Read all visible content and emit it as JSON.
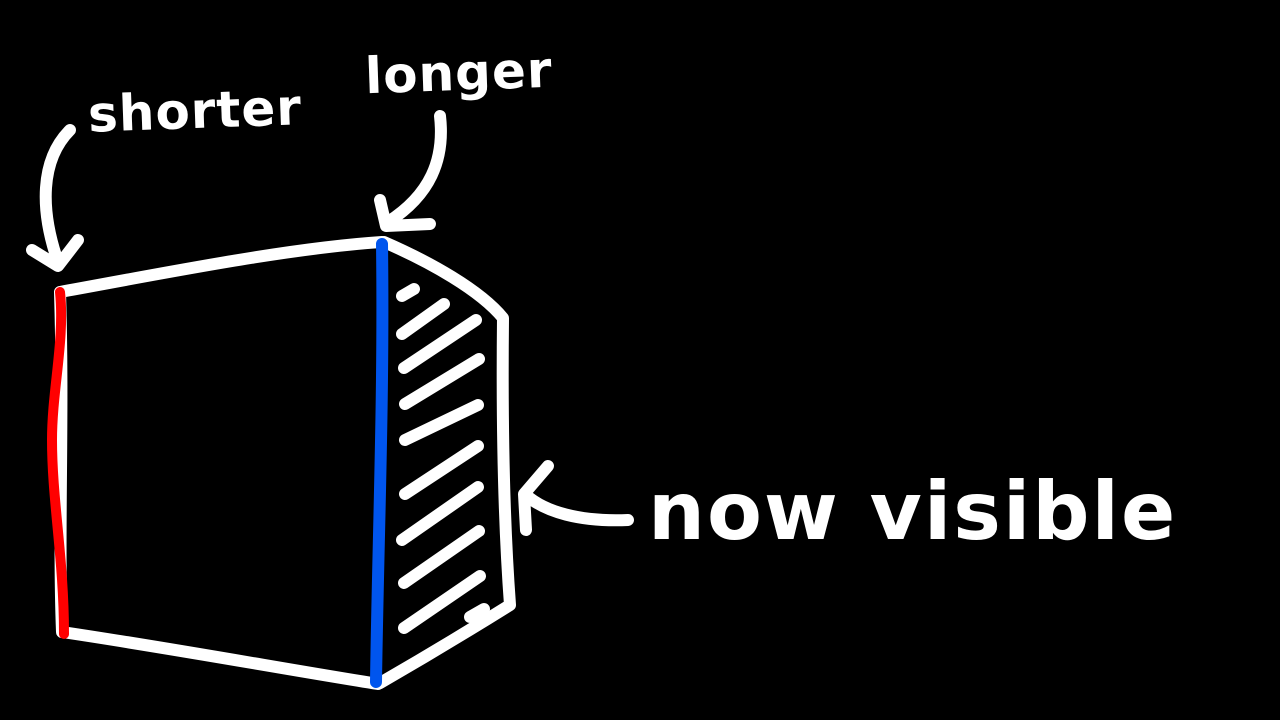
{
  "labels": {
    "shorter": "shorter",
    "longer": "longer",
    "now_visible": "now visible"
  },
  "colors": {
    "background": "#000000",
    "outline": "#ffffff",
    "shorter_edge": "#ff0000",
    "longer_edge": "#0055ee"
  }
}
